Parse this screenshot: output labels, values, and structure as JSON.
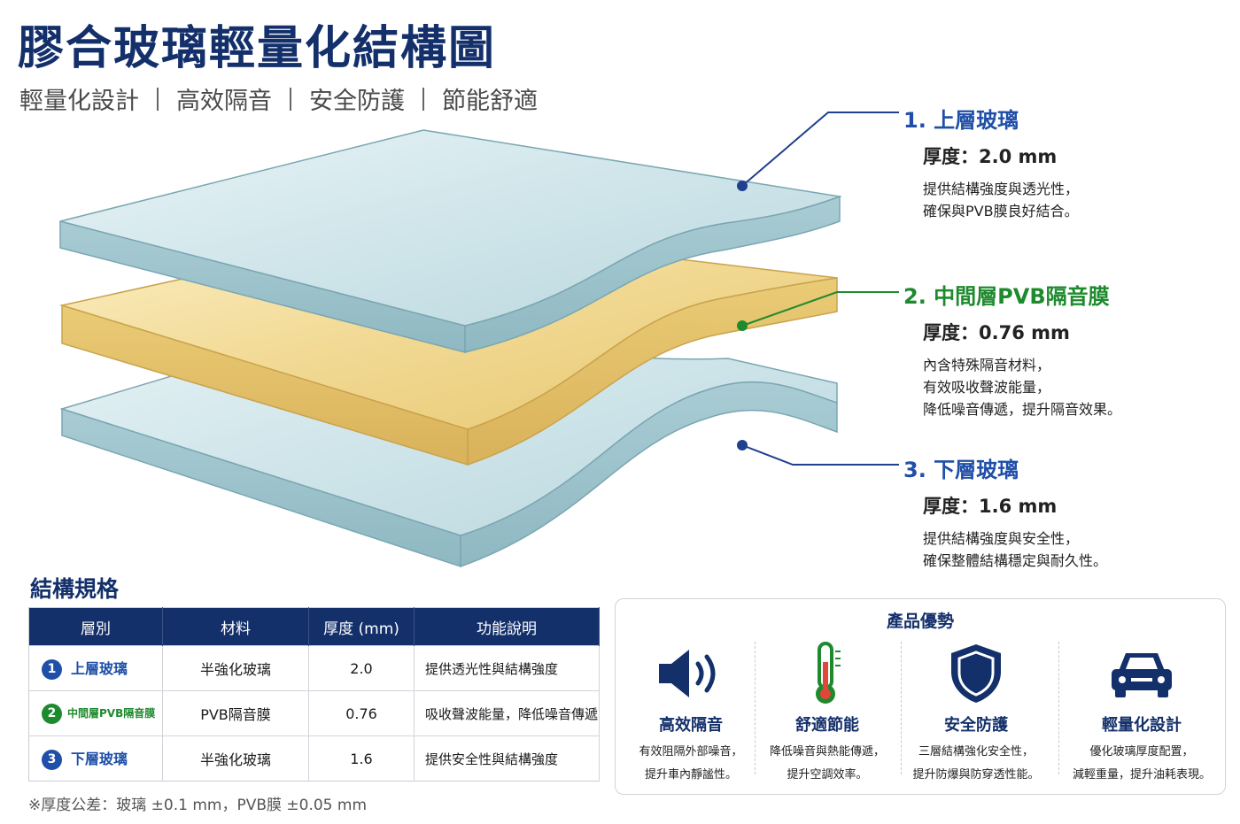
{
  "header": {
    "title": "膠合玻璃輕量化結構圖",
    "subtitle": [
      "輕量化設計",
      "高效隔音",
      "安全防護",
      "節能舒適"
    ]
  },
  "colors": {
    "navy": "#14306b",
    "blue": "#1f4fa8",
    "green": "#1e8a2e",
    "glass": "#cfe6ea",
    "pvb": "#f1d891"
  },
  "callouts": {
    "top": {
      "heading": "1. 上層玻璃",
      "thickness": "厚度：2.0 mm",
      "desc": [
        "提供結構強度與透光性，",
        "確保與PVB膜良好結合。"
      ]
    },
    "middle": {
      "heading": "2. 中間層PVB隔音膜",
      "thickness": "厚度：0.76 mm",
      "desc": [
        "內含特殊隔音材料，",
        "有效吸收聲波能量，",
        "降低噪音傳遞，提升隔音效果。"
      ]
    },
    "bottom": {
      "heading": "3. 下層玻璃",
      "thickness": "厚度：1.6 mm",
      "desc": [
        "提供結構強度與安全性，",
        "確保整體結構穩定與耐久性。"
      ]
    }
  },
  "spec": {
    "title": "結構規格",
    "headers": [
      "層別",
      "材料",
      "厚度 (mm)",
      "功能說明"
    ],
    "rows": [
      {
        "num": "1",
        "layer": "上層玻璃",
        "material": "半強化玻璃",
        "thickness": "2.0",
        "function": "提供透光性與結構強度"
      },
      {
        "num": "2",
        "layer": "中間層PVB隔音膜",
        "material": "PVB隔音膜",
        "thickness": "0.76",
        "function": "吸收聲波能量，降低噪音傳遞"
      },
      {
        "num": "3",
        "layer": "下層玻璃",
        "material": "半強化玻璃",
        "thickness": "1.6",
        "function": "提供安全性與結構強度"
      }
    ],
    "note": "※厚度公差：玻璃 ±0.1 mm，PVB膜 ±0.05 mm"
  },
  "advantages": {
    "title": "產品優勢",
    "items": [
      {
        "icon": "speaker-icon",
        "title": "高效隔音",
        "desc": [
          "有效阻隔外部噪音，",
          "提升車內靜謐性。"
        ]
      },
      {
        "icon": "thermometer-icon",
        "title": "舒適節能",
        "desc": [
          "降低噪音與熱能傳遞，",
          "提升空調效率。"
        ]
      },
      {
        "icon": "shield-icon",
        "title": "安全防護",
        "desc": [
          "三層結構強化安全性，",
          "提升防爆與防穿透性能。"
        ]
      },
      {
        "icon": "car-icon",
        "title": "輕量化設計",
        "desc": [
          "優化玻璃厚度配置，",
          "減輕重量，提升油耗表現。"
        ]
      }
    ]
  }
}
